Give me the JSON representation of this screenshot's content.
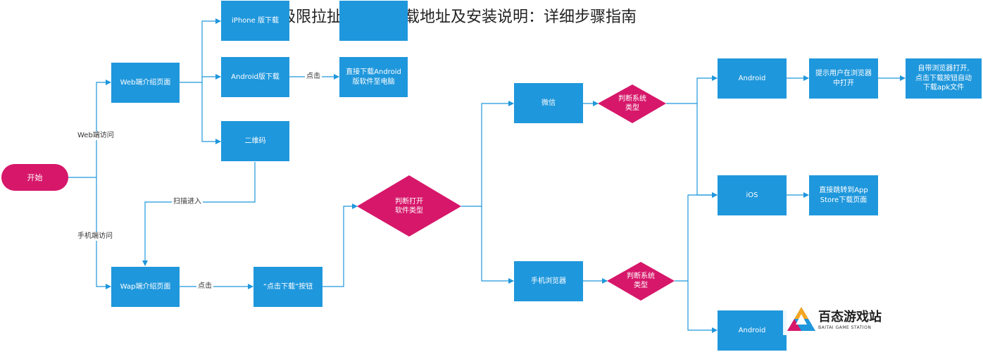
{
  "title": "极限拉扯电脑版下载地址及安装说明：详细步骤指南",
  "colors": {
    "process": "#1f97dc",
    "decision": "#d6176a",
    "line": "#1f97dc"
  },
  "nodes": {
    "start": "开始",
    "web_intro": "Web端介绍页面",
    "iphone_dl": "iPhone 版下载",
    "android_dl": "Android版下载",
    "direct_dl": "直接下载Android\n版软件至电脑",
    "qrcode": "二维码",
    "wap_intro": "Wap端介绍页面",
    "click_dl_btn": "“点击下载”按钮",
    "judge_open": "判断打开\n软件类型",
    "wechat": "微信",
    "mobile_browser": "手机浏览器",
    "judge_sys_1": "判断系统\n类型",
    "judge_sys_2": "判断系统\n类型",
    "android_1": "Android",
    "prompt_browser": "提示用户在浏览器\n中打开",
    "auto_open": "自带浏览器打开,\n点击下载按钮自动\n下载apk文件",
    "ios": "iOS",
    "appstore": "直接跳转到App\nStore下载页面",
    "android_2": "Android"
  },
  "edge_labels": {
    "web_access": "Web端访问",
    "mobile_access": "手机端访问",
    "click_1": "点击",
    "click_2": "点击",
    "scan_enter": "扫描进入"
  },
  "watermark": {
    "name": "百态游戏站",
    "sub": "BAITAI GAME STATION"
  }
}
